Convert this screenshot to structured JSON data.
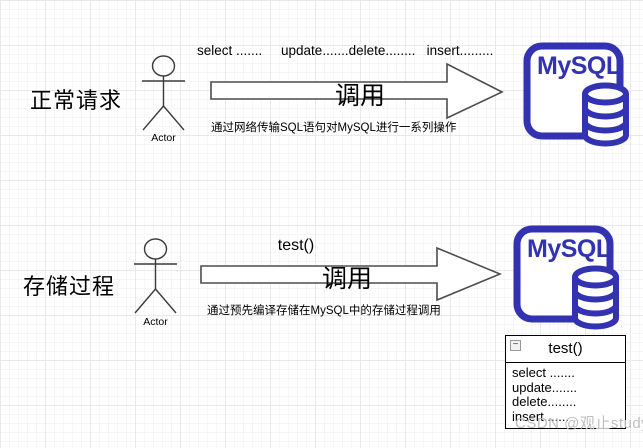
{
  "colors": {
    "mysql_blue": "#3232B2",
    "line_gray": "#4D4D4D",
    "watermark_gray": "#C1BDBD"
  },
  "rows": [
    {
      "label": "正常请求",
      "actor_label": "Actor",
      "message": "select .......     update.......delete........   insert.........",
      "arrow_label": "调用",
      "caption": "通过网络传输SQL语句对MySQL进行一系列操作",
      "mysql_text": "MySQL"
    },
    {
      "label": "存储过程",
      "actor_label": "Actor",
      "message": "test()",
      "arrow_label": "调用",
      "caption": "通过预先编译存储在MySQL中的存储过程调用",
      "mysql_text": "MySQL"
    }
  ],
  "proc_box": {
    "collapse_glyph": "−",
    "title": "test()",
    "items": [
      "select .......",
      "update.......",
      "delete........",
      "insert......."
    ]
  },
  "watermark": "CSDN @观止study"
}
